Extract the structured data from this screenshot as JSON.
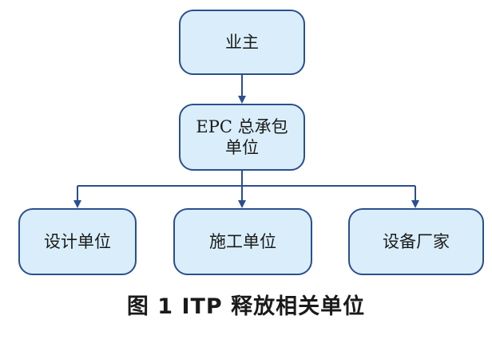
{
  "colors": {
    "node_fill": "#d9eefa",
    "node_border": "#2b4f8e",
    "connector": "#2b4f8e"
  },
  "nodes": {
    "owner": "业主",
    "epc": "EPC 总承包单位",
    "design": "设计单位",
    "construction": "施工单位",
    "equipment": "设备厂家"
  },
  "caption": "图 1  ITP 释放相关单位"
}
